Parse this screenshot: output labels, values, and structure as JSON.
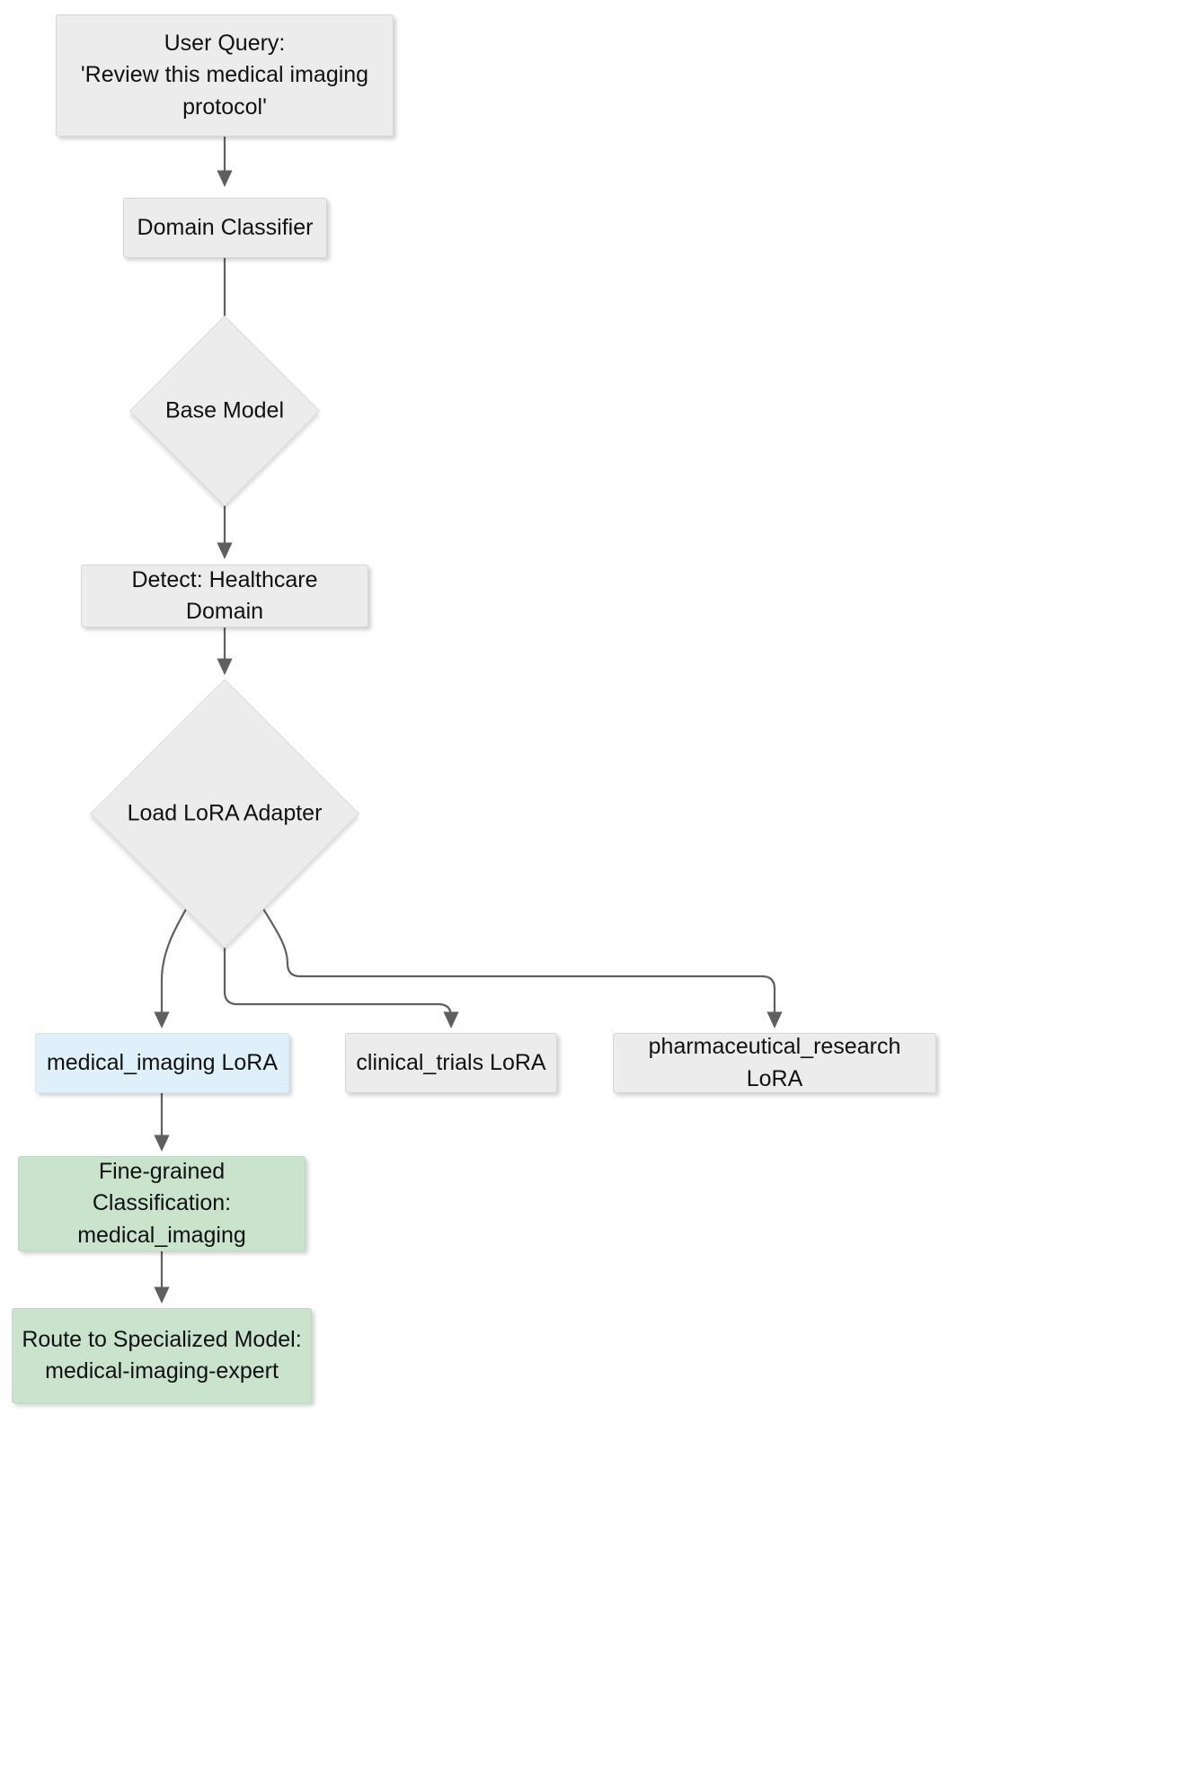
{
  "diagram": {
    "type": "flowchart",
    "direction": "top-down",
    "title": "Domain-aware LoRA routing flowchart",
    "colors": {
      "default_fill": "#ececec",
      "default_stroke": "#d6d6d6",
      "highlight_fill": "#dff0fb",
      "highlight_stroke": "#cfe6f5",
      "success_fill": "#c9e3cd",
      "success_stroke": "#bcd9c1",
      "edge_stroke": "#5f5f5f",
      "text": "#111111",
      "background": "#ffffff"
    },
    "nodes": [
      {
        "id": "user_query",
        "shape": "rect",
        "style": "default",
        "label": "User Query:\n'Review this medical imaging\nprotocol'"
      },
      {
        "id": "domain_classifier",
        "shape": "rect",
        "style": "default",
        "label": "Domain Classifier"
      },
      {
        "id": "base_model",
        "shape": "diamond",
        "style": "default",
        "label": "Base Model"
      },
      {
        "id": "detect_domain",
        "shape": "rect",
        "style": "default",
        "label": "Detect: Healthcare Domain"
      },
      {
        "id": "load_lora",
        "shape": "diamond",
        "style": "default",
        "label": "Load LoRA Adapter"
      },
      {
        "id": "medical_imaging_lora",
        "shape": "rect",
        "style": "highlight",
        "label": "medical_imaging LoRA"
      },
      {
        "id": "clinical_trials_lora",
        "shape": "rect",
        "style": "default",
        "label": "clinical_trials LoRA"
      },
      {
        "id": "pharmaceutical_research_lora",
        "shape": "rect",
        "style": "default",
        "label": "pharmaceutical_research LoRA"
      },
      {
        "id": "fine_grained",
        "shape": "rect",
        "style": "success",
        "label": "Fine-grained Classification:\nmedical_imaging"
      },
      {
        "id": "route_specialized",
        "shape": "rect",
        "style": "success",
        "label": "Route to Specialized Model:\nmedical-imaging-expert"
      }
    ],
    "edges": [
      {
        "from": "user_query",
        "to": "domain_classifier",
        "label": ""
      },
      {
        "from": "domain_classifier",
        "to": "base_model",
        "label": ""
      },
      {
        "from": "base_model",
        "to": "detect_domain",
        "label": ""
      },
      {
        "from": "detect_domain",
        "to": "load_lora",
        "label": ""
      },
      {
        "from": "load_lora",
        "to": "medical_imaging_lora",
        "label": ""
      },
      {
        "from": "load_lora",
        "to": "clinical_trials_lora",
        "label": ""
      },
      {
        "from": "load_lora",
        "to": "pharmaceutical_research_lora",
        "label": ""
      },
      {
        "from": "medical_imaging_lora",
        "to": "fine_grained",
        "label": ""
      },
      {
        "from": "fine_grained",
        "to": "route_specialized",
        "label": ""
      }
    ]
  }
}
